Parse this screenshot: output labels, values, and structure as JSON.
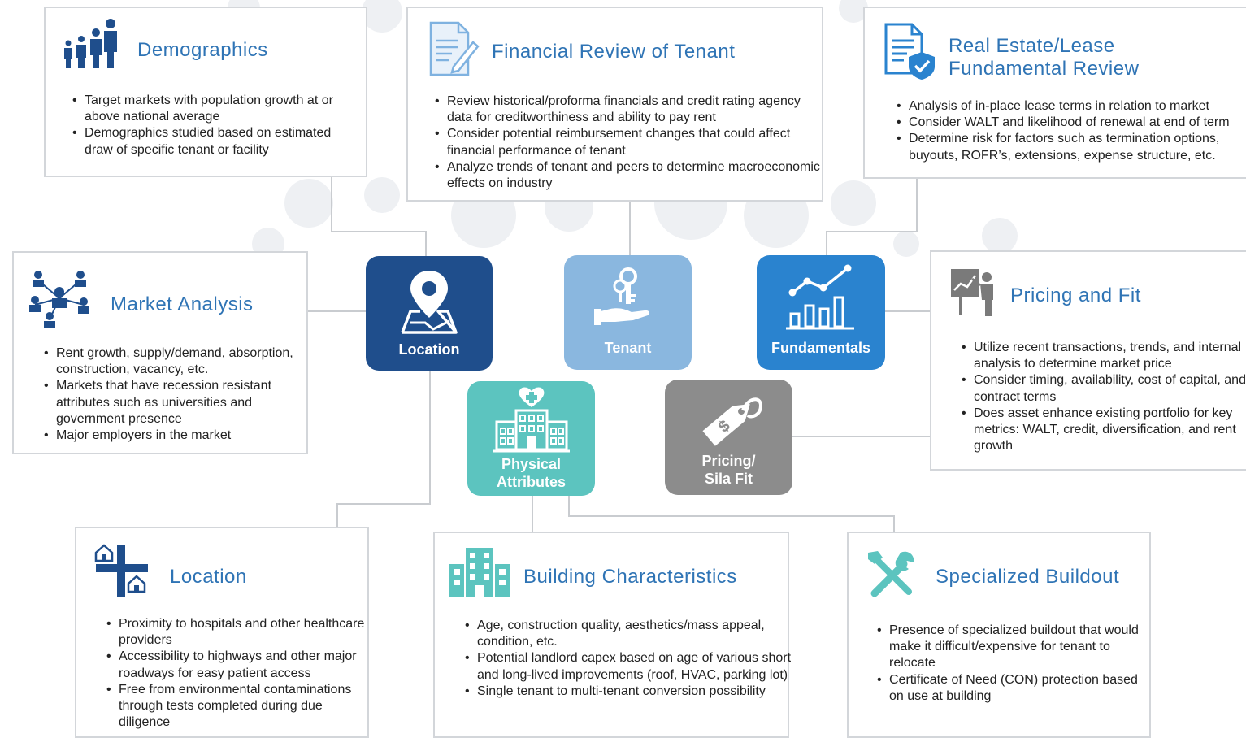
{
  "colors": {
    "title_blue": "#2f74b5",
    "location_tile": "#1f4e8c",
    "tenant_tile": "#8ab7df",
    "fundamentals_tile": "#2a83cf",
    "physical_tile": "#5cc4bf",
    "pricing_tile": "#8c8c8c",
    "card_border": "#d3d6da",
    "connector": "#c9ccd0"
  },
  "tiles": {
    "location": {
      "label": "Location",
      "icon": "map-pin-icon"
    },
    "tenant": {
      "label": "Tenant",
      "icon": "hand-with-keys-icon"
    },
    "fundamentals": {
      "label": "Fundamentals",
      "icon": "growth-chart-icon"
    },
    "physical": {
      "label": "Physical\nAttributes",
      "icon": "hospital-icon"
    },
    "pricing": {
      "label": "Pricing/\nSila Fit",
      "icon": "price-tag-icon"
    }
  },
  "cards": {
    "demographics": {
      "title": "Demographics",
      "icon": "people-icon",
      "bullets": [
        "Target markets with population growth at or above national average",
        "Demographics studied based on estimated draw of specific tenant or facility"
      ]
    },
    "financial": {
      "title": "Financial Review of Tenant",
      "icon": "document-pen-icon",
      "bullets": [
        "Review historical/proforma financials and credit rating agency data for creditworthiness and ability to pay rent",
        "Consider potential reimbursement changes that could affect financial performance of tenant",
        "Analyze trends of tenant and peers to determine macroeconomic effects on industry"
      ]
    },
    "realestate": {
      "title_line1": "Real Estate/Lease",
      "title_line2": "Fundamental Review",
      "icon": "document-check-icon",
      "bullets": [
        "Analysis of in-place lease terms in relation to market",
        "Consider WALT and likelihood of renewal at end of term",
        "Determine risk for factors such as termination options, buyouts, ROFR’s, extensions, expense structure, etc."
      ]
    },
    "market": {
      "title": "Market Analysis",
      "icon": "network-people-icon",
      "bullets": [
        "Rent growth, supply/demand, absorption, construction, vacancy, etc.",
        "Markets that have recession resistant attributes such as universities and government presence",
        "Major employers in the market"
      ]
    },
    "pricing": {
      "title": "Pricing and Fit",
      "icon": "presenter-icon",
      "bullets": [
        "Utilize recent transactions, trends, and internal analysis to determine market price",
        "Consider timing, availability, cost of capital, and contract terms",
        "Does asset enhance existing portfolio for key metrics: WALT, credit, diversification, and rent growth"
      ]
    },
    "location": {
      "title": "Location",
      "icon": "crossroads-houses-icon",
      "bullets": [
        "Proximity to hospitals and other healthcare providers",
        "Accessibility to highways and other major roadways for easy patient access",
        "Free from environmental contaminations through tests completed during due diligence"
      ]
    },
    "building": {
      "title": "Building Characteristics",
      "icon": "building-icon",
      "bullets": [
        "Age, construction quality, aesthetics/mass appeal, condition, etc.",
        "Potential landlord capex based on age of various short and long-lived improvements (roof, HVAC, parking lot)",
        "Single tenant to multi-tenant conversion possibility"
      ]
    },
    "buildout": {
      "title": "Specialized Buildout",
      "icon": "tools-icon",
      "bullets": [
        "Presence of specialized buildout that would make it difficult/expensive for tenant to relocate",
        "Certificate of Need (CON) protection based on use at building"
      ]
    }
  }
}
